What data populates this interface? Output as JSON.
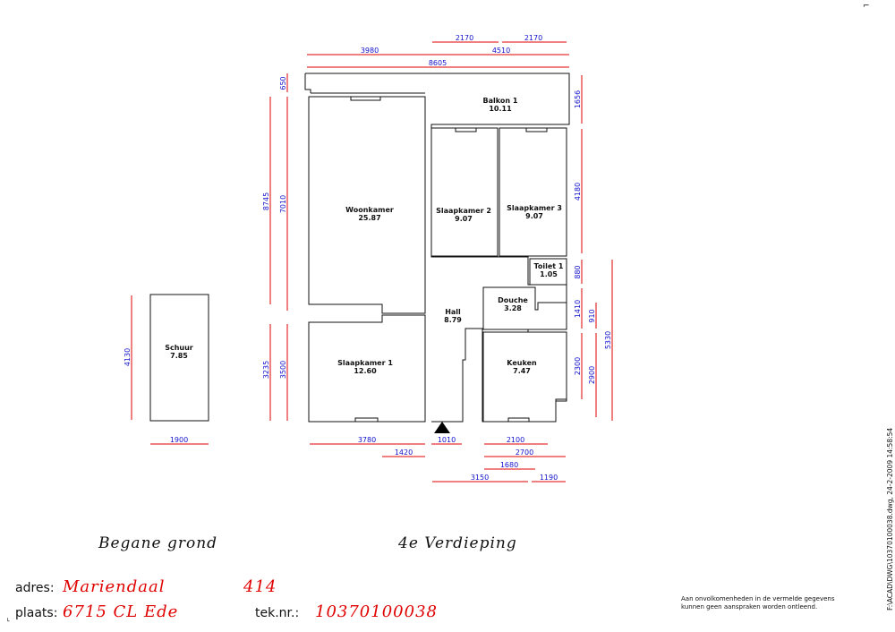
{
  "rooms": {
    "balkon": {
      "name": "Balkon 1",
      "area": "10.11"
    },
    "woonkamer": {
      "name": "Woonkamer",
      "area": "25.87"
    },
    "slaapkamer2": {
      "name": "Slaapkamer 2",
      "area": "9.07"
    },
    "slaapkamer3": {
      "name": "Slaapkamer 3",
      "area": "9.07"
    },
    "toilet": {
      "name": "Toilet 1",
      "area": "1.05"
    },
    "hall": {
      "name": "Hall",
      "area": "8.79"
    },
    "douche": {
      "name": "Douche",
      "area": "3.28"
    },
    "keuken": {
      "name": "Keuken",
      "area": "7.47"
    },
    "slaapkamer1": {
      "name": "Slaapkamer 1",
      "area": "12.60"
    },
    "schuur": {
      "name": "Schuur",
      "area": "7.85"
    }
  },
  "dimensions": {
    "top_2170_left": "2170",
    "top_2170_right": "2170",
    "top_3980": "3980",
    "top_4510": "4510",
    "top_8605": "8605",
    "left_650": "650",
    "left_8745": "8745",
    "left_7010": "7010",
    "left_3235": "3235",
    "left_3500": "3500",
    "right_1656": "1656",
    "right_4180": "4180",
    "right_880": "880",
    "right_1410": "1410",
    "right_910": "910",
    "right_5330": "5330",
    "right_2300": "2300",
    "right_2900": "2900",
    "schuur_4130": "4130",
    "schuur_1900": "1900",
    "bottom_3780": "3780",
    "bottom_1010": "1010",
    "bottom_2100": "2100",
    "bottom_1420": "1420",
    "bottom_2700": "2700",
    "bottom_1680": "1680",
    "bottom_3150": "3150",
    "bottom_1190": "1190"
  },
  "titles": {
    "ground": "Begane grond",
    "upper": "4e Verdieping"
  },
  "address": {
    "adres_label": "adres:",
    "street": "Mariendaal",
    "number": "414",
    "plaats_label": "plaats:",
    "city": "6715 CL Ede",
    "tek_label": "tek.nr.:",
    "tek_number": "10370100038"
  },
  "disclaimer": {
    "line1": "Aan onvolkomenheden in de vermelde gegevens",
    "line2": "kunnen geen aanspraken worden ontleend."
  },
  "filepath": "F:\\ACAD\\DWG\\10370100038.dwg, 24-2-2009 14:58:54",
  "colors": {
    "dimension_line": "#e00000",
    "dimension_text": "#1010cc",
    "value_text": "#e00000"
  }
}
